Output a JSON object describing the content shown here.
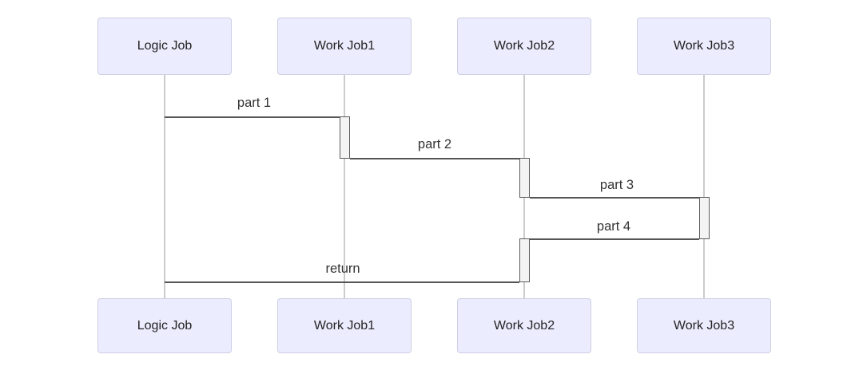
{
  "diagram": {
    "type": "sequence-diagram",
    "participants": [
      {
        "id": "logic-job",
        "label": "Logic Job"
      },
      {
        "id": "work-job1",
        "label": "Work Job1"
      },
      {
        "id": "work-job2",
        "label": "Work Job2"
      },
      {
        "id": "work-job3",
        "label": "Work Job3"
      }
    ],
    "messages": [
      {
        "label": "part 1",
        "from": "Logic Job",
        "to": "Work Job1",
        "style": "solid-no-arrow"
      },
      {
        "label": "part 2",
        "from": "Work Job1",
        "to": "Work Job2",
        "style": "solid-no-arrow"
      },
      {
        "label": "part 3",
        "from": "Work Job2",
        "to": "Work Job3",
        "style": "solid-no-arrow"
      },
      {
        "label": "part 4",
        "from": "Work Job3",
        "to": "Work Job2",
        "style": "solid-no-arrow"
      },
      {
        "label": "return",
        "from": "Work Job2",
        "to": "Logic Job",
        "style": "solid-no-arrow"
      }
    ],
    "activations": [
      {
        "participant": "Work Job1",
        "from_message": "part 1",
        "to_message": "part 2"
      },
      {
        "participant": "Work Job2",
        "from_message": "part 2",
        "to_message": "part 3"
      },
      {
        "participant": "Work Job3",
        "from_message": "part 3",
        "to_message": "part 4"
      },
      {
        "participant": "Work Job2",
        "from_message": "part 4",
        "to_message": "return"
      }
    ],
    "colors": {
      "background": "#FFFFFF",
      "actor_fill": "#ECECFF",
      "actor_border": "#CFCFE3",
      "lifeline": "#CCCCCC",
      "message_line": "#555555",
      "activation_fill": "#F4F4F4",
      "activation_border": "#5C5C5C",
      "text": "#222222"
    }
  }
}
